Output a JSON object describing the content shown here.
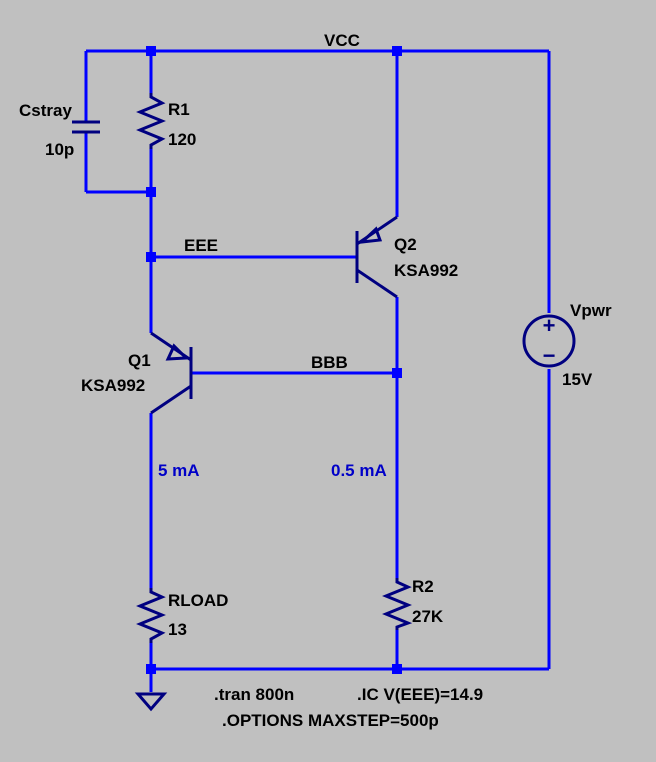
{
  "nets": {
    "vcc": "VCC",
    "eee": "EEE",
    "bbb": "BBB"
  },
  "components": {
    "cstray": {
      "name": "Cstray",
      "value": "10p"
    },
    "r1": {
      "name": "R1",
      "value": "120"
    },
    "q2": {
      "name": "Q2",
      "model": "KSA992"
    },
    "q1": {
      "name": "Q1",
      "model": "KSA992"
    },
    "vpwr": {
      "name": "Vpwr",
      "value": "15V"
    },
    "r2": {
      "name": "R2",
      "value": "27K"
    },
    "rload": {
      "name": "RLOAD",
      "value": "13"
    }
  },
  "currents": {
    "left_branch": "5 mA",
    "right_branch": "0.5 mA"
  },
  "directives": {
    "tran": ".tran 800n",
    "ic": ".IC V(EEE)=14.9",
    "options": ".OPTIONS MAXSTEP=500p"
  },
  "source_symbols": {
    "plus": "+",
    "minus": "−"
  }
}
